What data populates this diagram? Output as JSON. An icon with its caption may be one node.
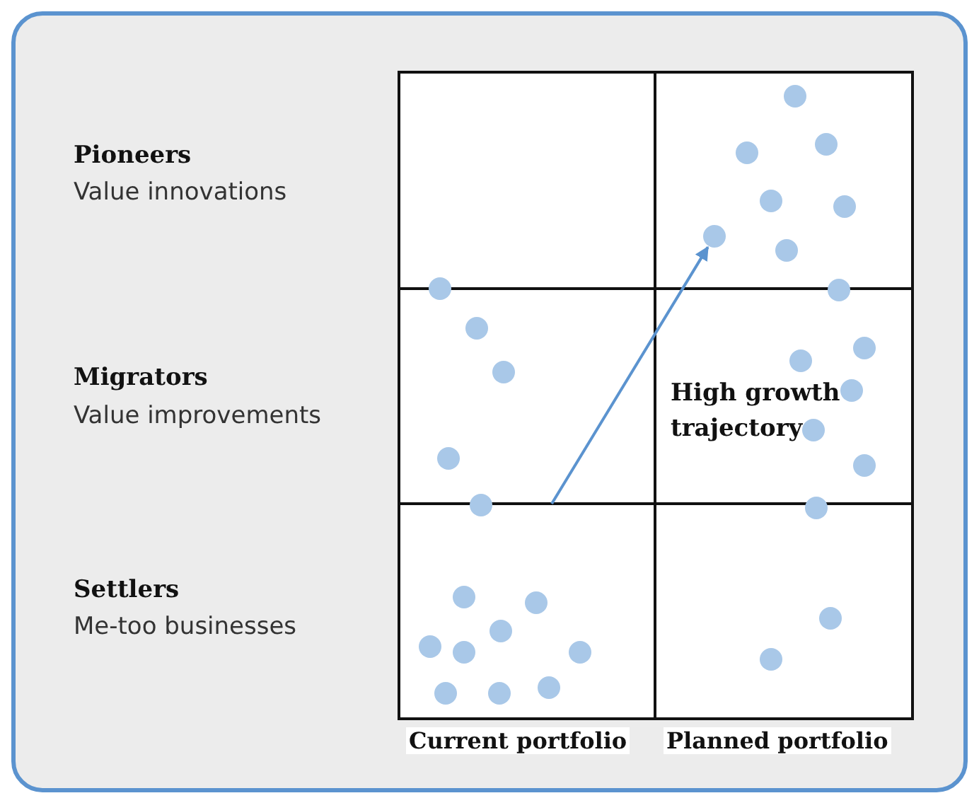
{
  "diagram": {
    "nodes": [
      {
        "text": [],
        "shape": "circle"
      },
      {
        "text": [],
        "shape": "circle"
      },
      {
        "text": [],
        "shape": "circle"
      },
      {
        "text": [],
        "shape": "circle"
      },
      {
        "text": [],
        "shape": "circle"
      },
      {
        "text": [],
        "shape": "circle"
      },
      {
        "text": [],
        "shape": "circle"
      },
      {
        "text": [],
        "shape": "circle"
      },
      {
        "text": [],
        "shape": "circle"
      },
      {
        "text": [],
        "shape": "circle"
      },
      {
        "text": [],
        "shape": "circle"
      },
      {
        "text": [],
        "shape": "circle"
      },
      {
        "text": [],
        "shape": "circle"
      },
      {
        "text": [],
        "shape": "circle"
      },
      {
        "text": [],
        "shape": "circle"
      },
      {
        "text": [],
        "shape": "circle"
      },
      {
        "text": [],
        "shape": "circle"
      },
      {
        "text": [],
        "shape": "circle"
      },
      {
        "text": [],
        "shape": "circle"
      },
      {
        "text": [],
        "shape": "circle"
      },
      {
        "text": [],
        "shape": "circle"
      },
      {
        "text": [],
        "shape": "circle"
      },
      {
        "text": [],
        "shape": "circle"
      },
      {
        "text": [],
        "shape": "circle"
      },
      {
        "text": [],
        "shape": "circle"
      },
      {
        "text": [],
        "shape": "circle"
      },
      {
        "text": [],
        "shape": "circle"
      },
      {
        "text": [],
        "shape": "circle"
      },
      {
        "text": [],
        "shape": "circle"
      },
      {
        "text": [],
        "shape": "circle"
      }
    ],
    "edges": [
      {
        "from": null,
        "to": 5,
        "arrow": "to"
      }
    ],
    "labels": [
      "Pioneers",
      "Value innovations",
      "Migrators",
      "Value improvements",
      "High growth trajectory",
      "Settlers",
      "Me-too businesses",
      "Current portfolio",
      "Planned portfolio"
    ]
  }
}
